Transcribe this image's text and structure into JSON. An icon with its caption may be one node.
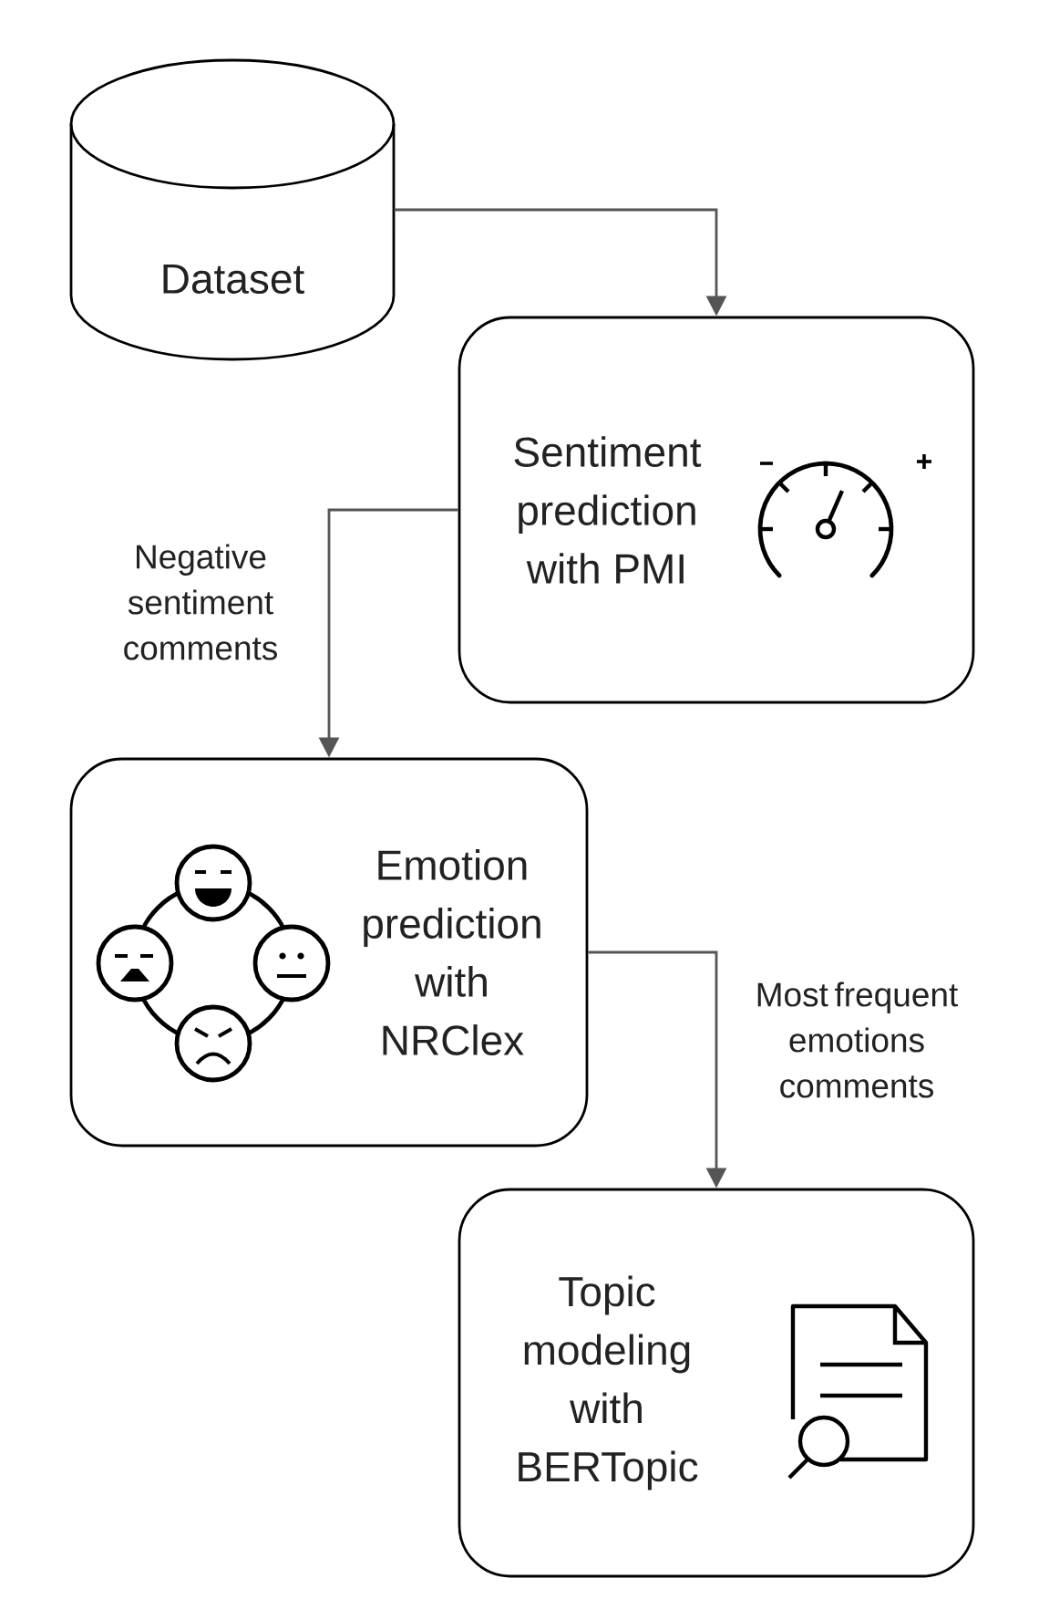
{
  "diagram": {
    "nodes": [
      {
        "text": [
          "Dataset"
        ]
      },
      {
        "text": [
          "Sentiment prediction with PMI"
        ]
      },
      {
        "text": [
          "Emotion prediction with NRClex"
        ]
      },
      {
        "text": [
          "Topic modeling with BERTopic"
        ]
      }
    ],
    "edges": [
      {
        "from": 0,
        "to": 1,
        "arrow": "to"
      },
      {
        "from": 1,
        "to": 2,
        "arrow": "to",
        "label": "Negative sentiment comments"
      },
      {
        "from": 2,
        "to": 3,
        "arrow": "to",
        "label": "Most frequent emotions comments"
      }
    ]
  }
}
